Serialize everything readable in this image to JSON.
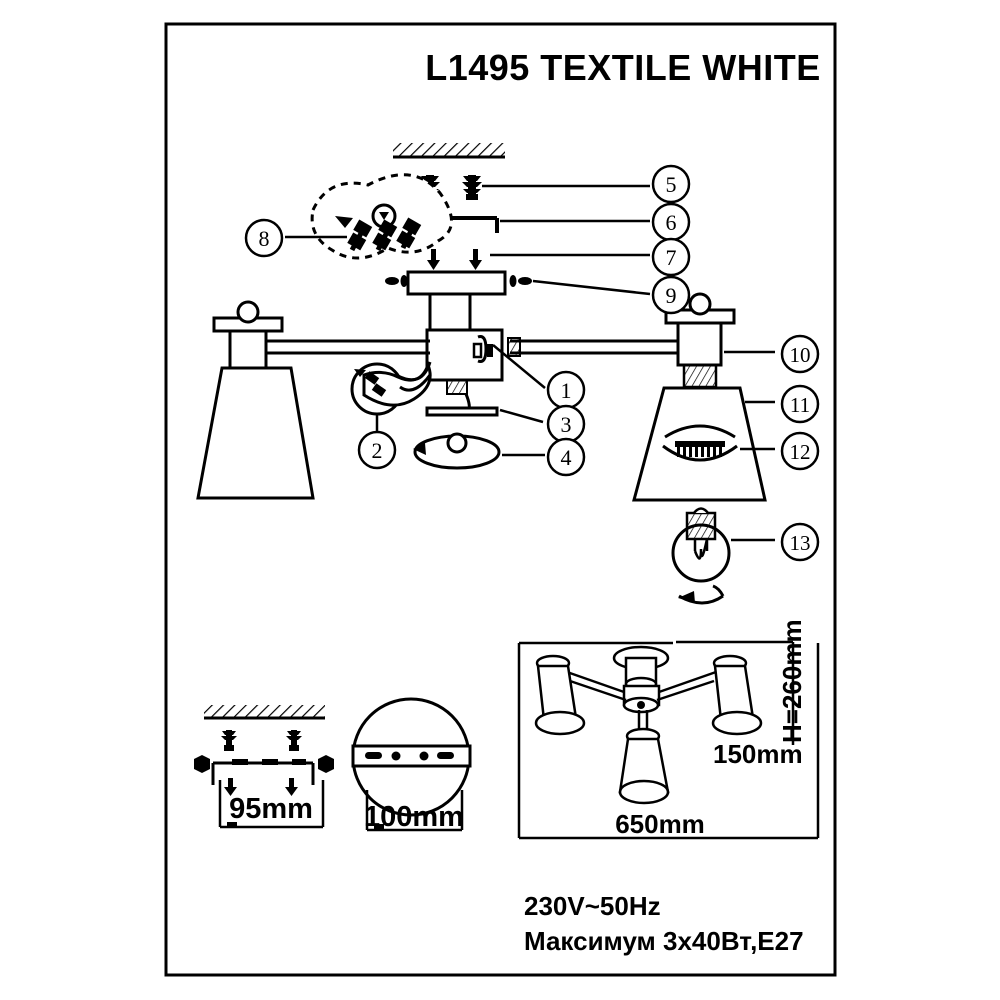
{
  "document": {
    "type": "assembly-instruction-diagram",
    "title": "L1495 TEXTILE WHITE",
    "product_code": "L1495",
    "product_name": "TEXTILE WHITE"
  },
  "specs": {
    "voltage_line": "230V~50Hz",
    "power_line": "Максимум 3x40Вт,E27"
  },
  "callouts": [
    {
      "id": "1",
      "label": "1"
    },
    {
      "id": "2",
      "label": "2"
    },
    {
      "id": "3",
      "label": "3"
    },
    {
      "id": "4",
      "label": "4"
    },
    {
      "id": "5",
      "label": "5"
    },
    {
      "id": "6",
      "label": "6"
    },
    {
      "id": "7",
      "label": "7"
    },
    {
      "id": "8",
      "label": "8"
    },
    {
      "id": "9",
      "label": "9"
    },
    {
      "id": "10",
      "label": "10"
    },
    {
      "id": "11",
      "label": "11"
    },
    {
      "id": "12",
      "label": "12"
    },
    {
      "id": "13",
      "label": "13"
    }
  ],
  "dimensions": {
    "bracket_width": "95mm",
    "canopy_diameter": "100mm",
    "shade_diameter": "150mm",
    "fixture_width": "650mm",
    "fixture_height": "H=260mm"
  },
  "colors": {
    "line": "#000000",
    "background": "#ffffff",
    "hatch": "#000000"
  }
}
